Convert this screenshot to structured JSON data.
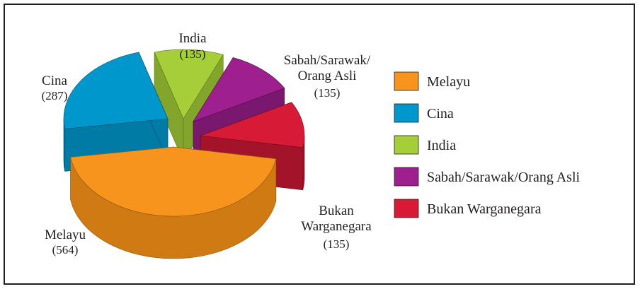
{
  "chart_data": {
    "type": "pie",
    "title": "",
    "slices": [
      {
        "name": "Melayu",
        "value": 564,
        "label": "(564)",
        "color": "#f7941d",
        "side": "#d07a14",
        "edge": "#8a5a12"
      },
      {
        "name": "Cina",
        "value": 287,
        "label": "(287)",
        "color": "#0098cc",
        "side": "#007ba6",
        "edge": "#0a4c66"
      },
      {
        "name": "India",
        "value": 135,
        "label": "(135)",
        "color": "#a6ce39",
        "side": "#84a52b",
        "edge": "#5a7420"
      },
      {
        "name": "Sabah/Sarawak/Orang Asli",
        "value": 135,
        "label": "(135)",
        "color": "#9e1f8e",
        "side": "#7a176e",
        "edge": "#4f0f48"
      },
      {
        "name": "Bukan Warganegara",
        "value": 135,
        "label": "(135)",
        "color": "#d71a35",
        "side": "#a3142a",
        "edge": "#6a0d1b"
      }
    ],
    "slice_labels": [
      {
        "lines": [
          "Melayu"
        ]
      },
      {
        "lines": [
          "Cina"
        ]
      },
      {
        "lines": [
          "India"
        ]
      },
      {
        "lines": [
          "Sabah/Sarawak/",
          "Orang Asli"
        ]
      },
      {
        "lines": [
          "Bukan",
          "Warganegara"
        ]
      }
    ],
    "legend_position": "right"
  }
}
